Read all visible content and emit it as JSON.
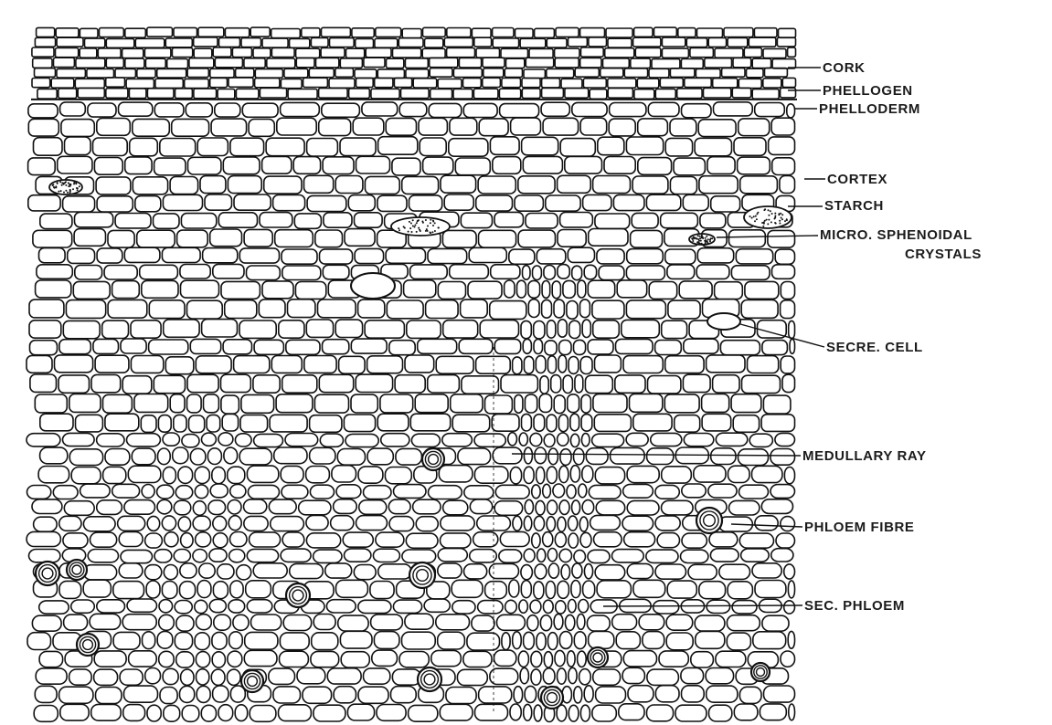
{
  "figure": {
    "labels": {
      "cork": "CORK",
      "phellogen": "PHELLOGEN",
      "phelloderm": "PHELLODERM",
      "cortex": "CORTEX",
      "starch": "STARCH",
      "micro_line1": "MICRO. SPHENOIDAL",
      "micro_line2": "CRYSTALS",
      "secre_cell": "SECRE. CELL",
      "medullary_ray": "MEDULLARY RAY",
      "phloem_fibre": "PHLOEM FIBRE",
      "sec_phloem": "SEC. PHLOEM"
    },
    "colors": {
      "ink": "#111111",
      "paper": "#ffffff",
      "pen_blue": "#15206e"
    }
  }
}
